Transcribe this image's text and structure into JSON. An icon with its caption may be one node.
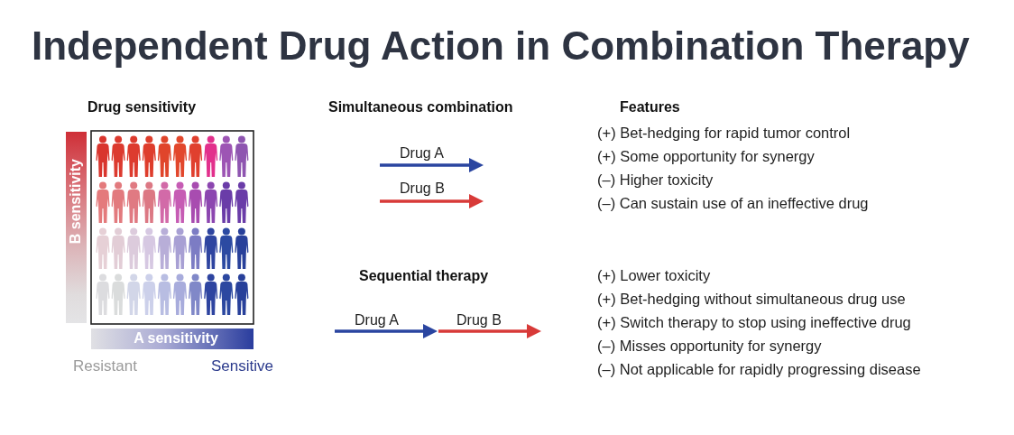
{
  "diagram": {
    "title": "Independent Drug Action in Combination Therapy",
    "nodes": [
      {
        "text": [
          "B sensitivity"
        ]
      },
      {
        "text": [
          "A sensitivity"
        ]
      }
    ],
    "labels": [
      "Drug sensitivity",
      "Resistant",
      "Sensitive",
      "Simultaneous combination",
      "Drug A",
      "Drug B",
      "Sequential therapy",
      "Drug A",
      "Drug B",
      "Features",
      "(+) Bet-hedging for rapid tumor control",
      "(+) Some opportunity for synergy",
      "(–) Higher toxicity",
      "(–) Can sustain use of an ineffective drug",
      "(+) Lower toxicity",
      "(+) Bet-hedging without simultaneous drug use",
      "(+) Switch therapy to stop using ineffective drug",
      "(–) Misses opportunity for synergy",
      "(–) Not applicable for rapidly progressing disease"
    ]
  }
}
